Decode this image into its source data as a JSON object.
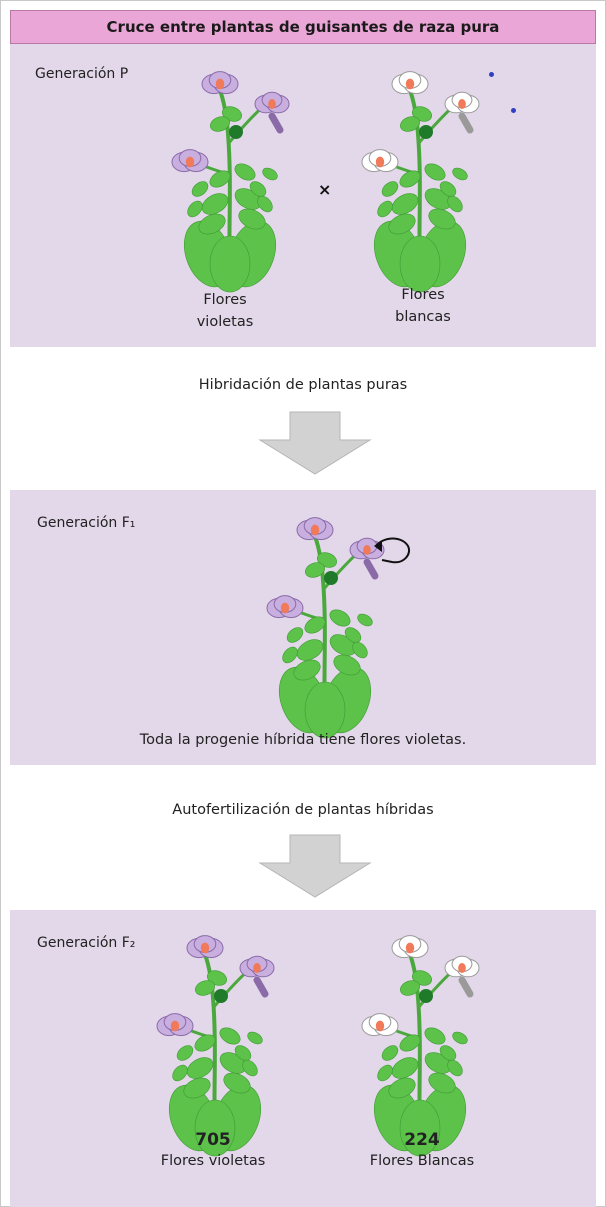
{
  "title": "Cruce entre plantas de guisantes de raza pura",
  "generation_p": {
    "label": "Generación P",
    "cross_symbol": "×",
    "left_caption_line1": "Flores",
    "left_caption_line2": "violetas",
    "right_caption_line1": "Flores",
    "right_caption_line2": "blancas"
  },
  "step1": "Hibridación de plantas puras",
  "generation_f1": {
    "label": "Generación F₁",
    "caption": "Toda la progenie híbrida tiene flores violetas."
  },
  "step2": "Autofertilización de plantas híbridas",
  "generation_f2": {
    "label": "Generación F₂",
    "left_count": "705",
    "left_label": "Flores violetas",
    "right_count": "224",
    "right_label": "Flores Blancas"
  },
  "colors": {
    "title_bg": "#eaa6d6",
    "panel_bg": "#e3d8e9",
    "arrow": "#d2d2d2",
    "leaf": "#5cc24a",
    "violet_flower": "#c9aee0",
    "white_flower": "#ffffff",
    "flower_center": "#f07a5a"
  }
}
